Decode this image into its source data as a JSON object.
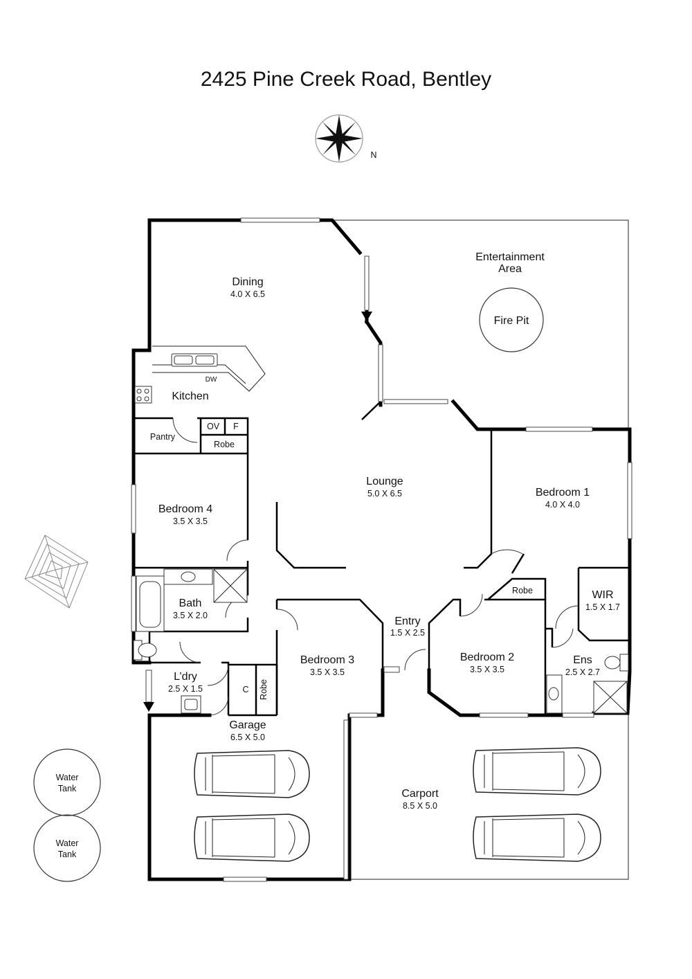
{
  "title": "2425 Pine Creek Road, Bentley",
  "compass": {
    "label": "N"
  },
  "rooms": {
    "dining": {
      "name": "Dining",
      "dims": "4.0 X 6.5"
    },
    "entertainment": {
      "name_line1": "Entertainment",
      "name_line2": "Area"
    },
    "fire_pit": {
      "name": "Fire Pit"
    },
    "kitchen": {
      "name": "Kitchen",
      "dw": "DW"
    },
    "pantry": {
      "name": "Pantry"
    },
    "ov": {
      "name": "OV"
    },
    "fridge": {
      "name": "F"
    },
    "robe_hall": {
      "name": "Robe"
    },
    "lounge": {
      "name": "Lounge",
      "dims": "5.0 X 6.5"
    },
    "bedroom1": {
      "name": "Bedroom 1",
      "dims": "4.0 X 4.0"
    },
    "bedroom4": {
      "name": "Bedroom 4",
      "dims": "3.5 X 3.5"
    },
    "bath": {
      "name": "Bath",
      "dims": "3.5 X 2.0"
    },
    "wir": {
      "name": "WIR",
      "dims": "1.5 X 1.7"
    },
    "robe_b2": {
      "name": "Robe"
    },
    "entry": {
      "name": "Entry",
      "dims": "1.5 X 2.5"
    },
    "bedroom2": {
      "name": "Bedroom 2",
      "dims": "3.5 X 3.5"
    },
    "bedroom3": {
      "name": "Bedroom 3",
      "dims": "3.5 X 3.5"
    },
    "ens": {
      "name": "Ens",
      "dims": "2.5 X 2.7"
    },
    "laundry": {
      "name": "L’dry",
      "dims": "2.5 X 1.5"
    },
    "cupboard": {
      "name": "C"
    },
    "robe_b3": {
      "name": "Robe"
    },
    "garage": {
      "name": "Garage",
      "dims": "6.5 X 5.0"
    },
    "carport": {
      "name": "Carport",
      "dims": "8.5 X 5.0"
    }
  },
  "water_tanks": [
    {
      "line1": "Water",
      "line2": "Tank"
    },
    {
      "line1": "Water",
      "line2": "Tank"
    }
  ]
}
